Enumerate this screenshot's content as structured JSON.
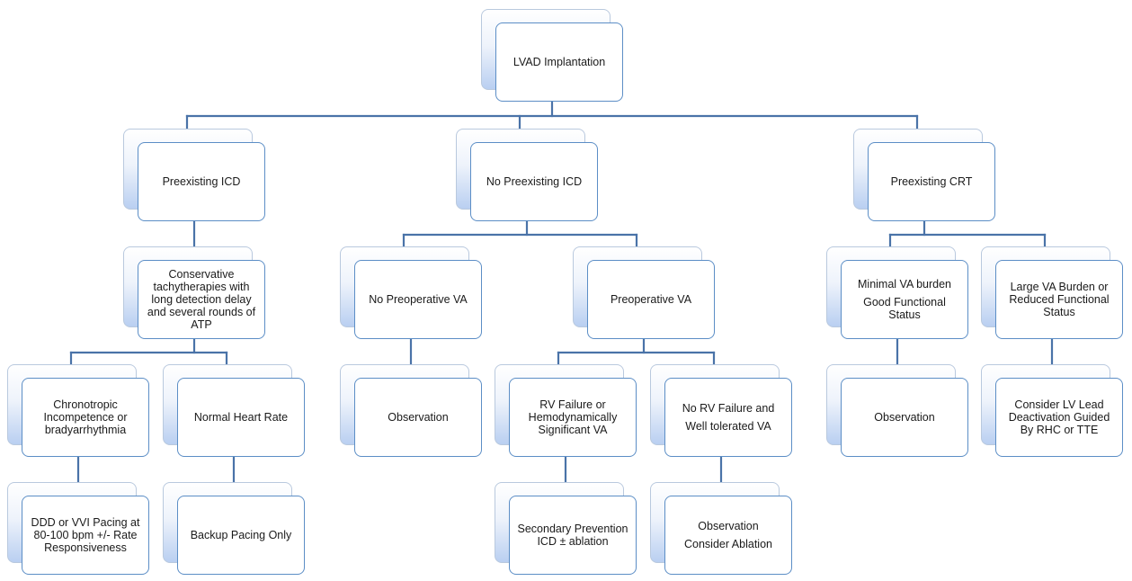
{
  "nodes": {
    "root": {
      "lines": [
        "LVAD Implantation"
      ]
    },
    "pre_icd": {
      "lines": [
        "Preexisting ICD"
      ]
    },
    "no_pre_icd": {
      "lines": [
        "No Preexisting ICD"
      ]
    },
    "pre_crt": {
      "lines": [
        "Preexisting CRT"
      ]
    },
    "conservative": {
      "lines": [
        "Conservative tachytherapies with long detection delay and several rounds of ATP"
      ]
    },
    "no_preop_va": {
      "lines": [
        "No Preoperative VA"
      ]
    },
    "preop_va": {
      "lines": [
        "Preoperative VA"
      ]
    },
    "minimal_va": {
      "lines": [
        "Minimal VA burden",
        "Good Functional Status"
      ]
    },
    "large_va": {
      "lines": [
        "Large VA Burden or Reduced Functional Status"
      ]
    },
    "chronotropic": {
      "lines": [
        "Chronotropic Incompetence or bradyarrhythmia"
      ]
    },
    "normal_hr": {
      "lines": [
        "Normal Heart Rate"
      ]
    },
    "observation_1": {
      "lines": [
        "Observation"
      ]
    },
    "rv_failure": {
      "lines": [
        "RV Failure or Hemodynamically Significant VA"
      ]
    },
    "no_rv_failure": {
      "lines": [
        "No RV Failure and",
        "Well tolerated VA"
      ]
    },
    "observation_2": {
      "lines": [
        "Observation"
      ]
    },
    "consider_lv": {
      "lines": [
        "Consider LV Lead Deactivation Guided By RHC or TTE"
      ]
    },
    "ddd_vvi": {
      "lines": [
        "DDD or VVI Pacing at 80-100 bpm +/- Rate Responsiveness"
      ]
    },
    "backup": {
      "lines": [
        "Backup Pacing Only"
      ]
    },
    "secondary": {
      "lines": [
        "Secondary Prevention ICD ± ablation"
      ]
    },
    "obs_ablation": {
      "lines": [
        "Observation",
        "Consider Ablation"
      ]
    }
  }
}
